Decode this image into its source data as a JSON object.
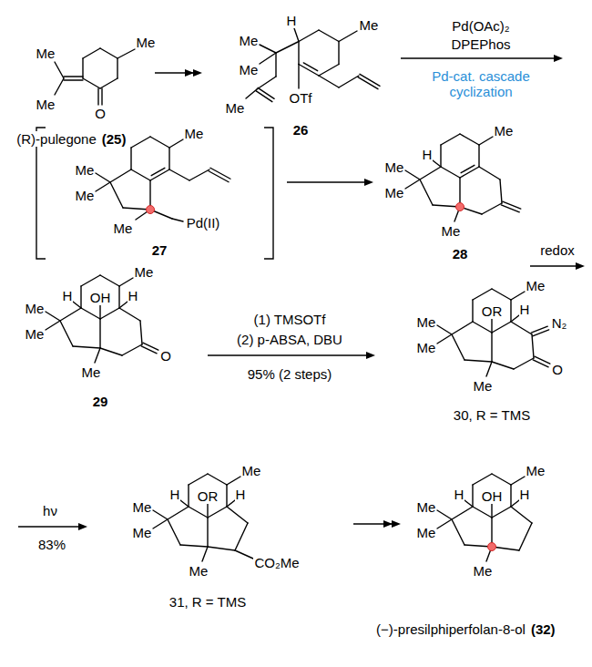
{
  "diagram": {
    "labels": [
      "Me",
      "Me",
      "Me",
      "O",
      "(R)-pulegone",
      "(25)",
      "Me",
      "H",
      "Me",
      "Me",
      "Me",
      "OTf",
      "26",
      "Pd(OAc)₂",
      "DPEPhos",
      "Pd-cat. cascade cyclization",
      "Me",
      "Me",
      "Me",
      "Me",
      "Pd(II)",
      "27",
      "Me",
      "H",
      "Me",
      "Me",
      "Me",
      "28",
      "redox",
      "Me",
      "OH",
      "H",
      "H",
      "Me",
      "Me",
      "Me",
      "O",
      "29",
      "(1) TMSOTf",
      "(2) p-ABSA, DBU",
      "95% (2 steps)",
      "Me",
      "OR",
      "H",
      "N₂",
      "Me",
      "Me",
      "Me",
      "O",
      "30, R = TMS",
      "hν",
      "83%",
      "Me",
      "OR",
      "H",
      "H",
      "Me",
      "Me",
      "Me",
      "CO₂Me",
      "31, R = TMS",
      "Me",
      "OH",
      "H",
      "H",
      "Me",
      "Me",
      "Me",
      "(−)-presilphiperfolan-8-ol",
      "(32)"
    ]
  }
}
